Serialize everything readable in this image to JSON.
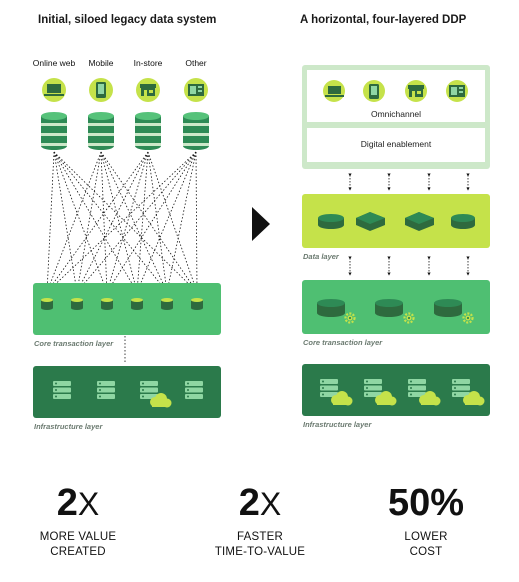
{
  "left": {
    "title": "Initial, siloed legacy data system",
    "channels": [
      {
        "label": "Online web",
        "icon": "laptop-icon"
      },
      {
        "label": "Mobile",
        "icon": "mobile-phone-icon"
      },
      {
        "label": "In-store",
        "icon": "store-icon"
      },
      {
        "label": "Other",
        "icon": "document-icon"
      }
    ],
    "core_layer_label": "Core transaction layer",
    "infra_layer_label": "Infrastructure layer"
  },
  "right": {
    "title": "A horizontal, four-layered DDP",
    "omnichannel_label": "Omnichannel",
    "digital_enablement_label": "Digital enablement",
    "data_layer_label": "Data layer",
    "core_layer_label": "Core transaction layer",
    "infra_layer_label": "Infrastructure layer"
  },
  "stats": [
    {
      "number": "2",
      "suffix": "X",
      "line1": "MORE VALUE",
      "line2": "CREATED"
    },
    {
      "number": "2",
      "suffix": "X",
      "line1": "FASTER",
      "line2": "TIME-TO-VALUE"
    },
    {
      "number": "50%",
      "suffix": "",
      "line1": "LOWER",
      "line2": "COST"
    }
  ],
  "colors": {
    "dark_green": "#2e8a55",
    "mid_green": "#4fbf72",
    "light_green": "#cde8c9",
    "lime": "#c5e24a",
    "infra_green": "#2b7a4b",
    "cloud": "#c5e24a"
  }
}
